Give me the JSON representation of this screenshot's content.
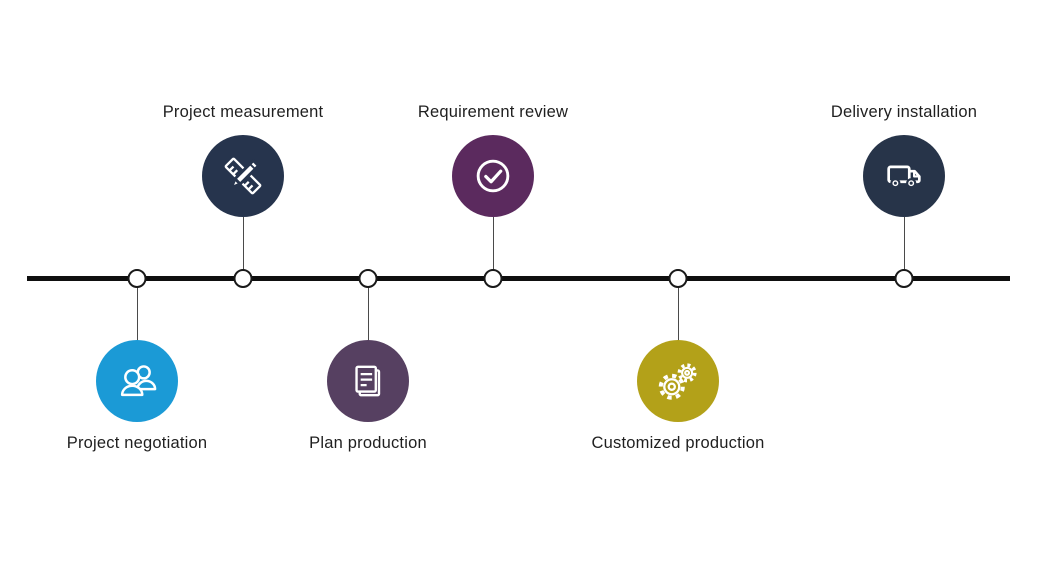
{
  "background_color": "#ffffff",
  "label_color": "#1f1f1f",
  "timeline": {
    "line_color": "#0f0f0f",
    "node_fill": "#ffffff",
    "node_border_color": "#1a1a1a",
    "connector_color": "#4a4a4a"
  },
  "steps": [
    {
      "label": "Project negotiation",
      "side": "below",
      "color": "#1b9ad6",
      "icon": "people-icon"
    },
    {
      "label": "Project measurement",
      "side": "above",
      "color": "#26344d",
      "icon": "ruler-pencil-icon"
    },
    {
      "label": "Plan production",
      "side": "below",
      "color": "#564061",
      "icon": "documents-icon"
    },
    {
      "label": "Requirement review",
      "side": "above",
      "color": "#5b2a5e",
      "icon": "check-circle-icon"
    },
    {
      "label": "Customized production",
      "side": "below",
      "color": "#b3a119",
      "icon": "gears-icon"
    },
    {
      "label": "Delivery installation",
      "side": "above",
      "color": "#273449",
      "icon": "truck-icon"
    }
  ]
}
